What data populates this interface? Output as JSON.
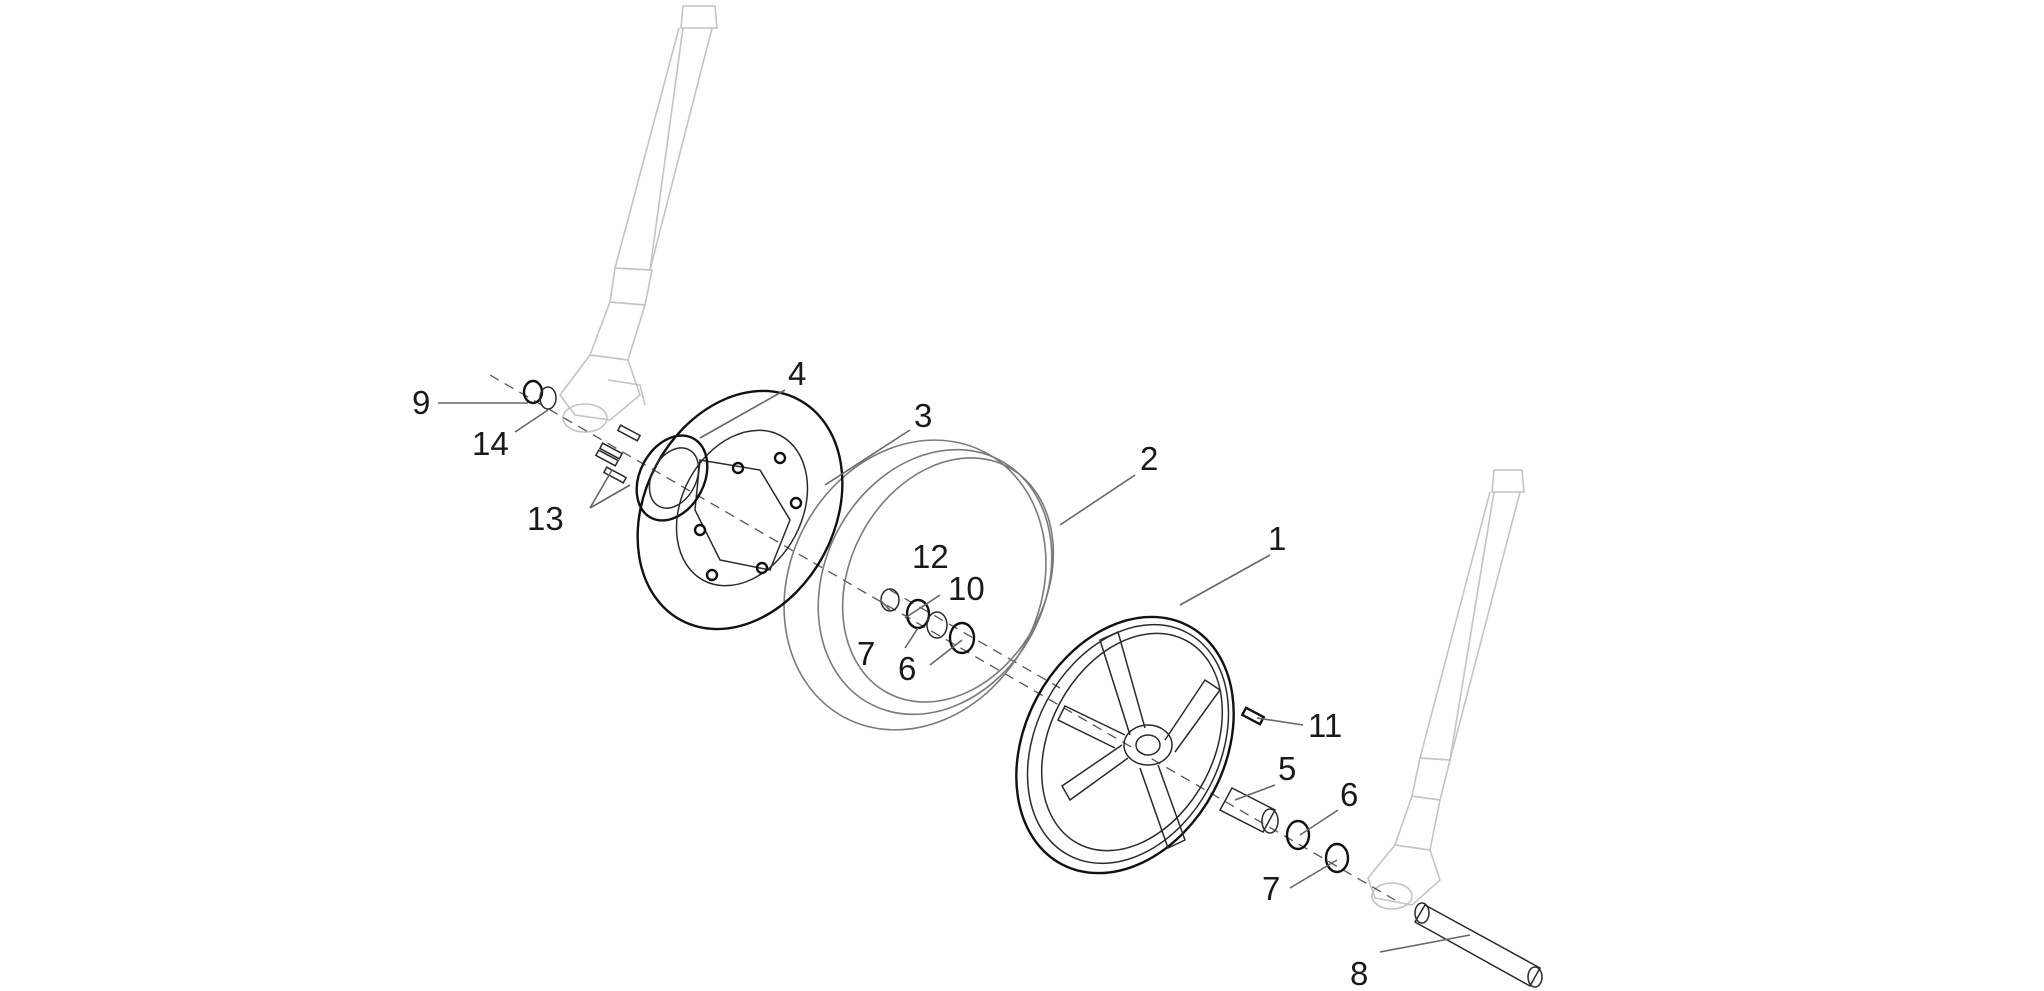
{
  "callouts": {
    "c1": "1",
    "c2": "2",
    "c3": "3",
    "c4": "4",
    "c5": "5",
    "c6a": "6",
    "c6b": "6",
    "c7a": "7",
    "c7b": "7",
    "c8": "8",
    "c9": "9",
    "c10": "10",
    "c11": "11",
    "c12": "12",
    "c13": "13",
    "c14": "14"
  }
}
